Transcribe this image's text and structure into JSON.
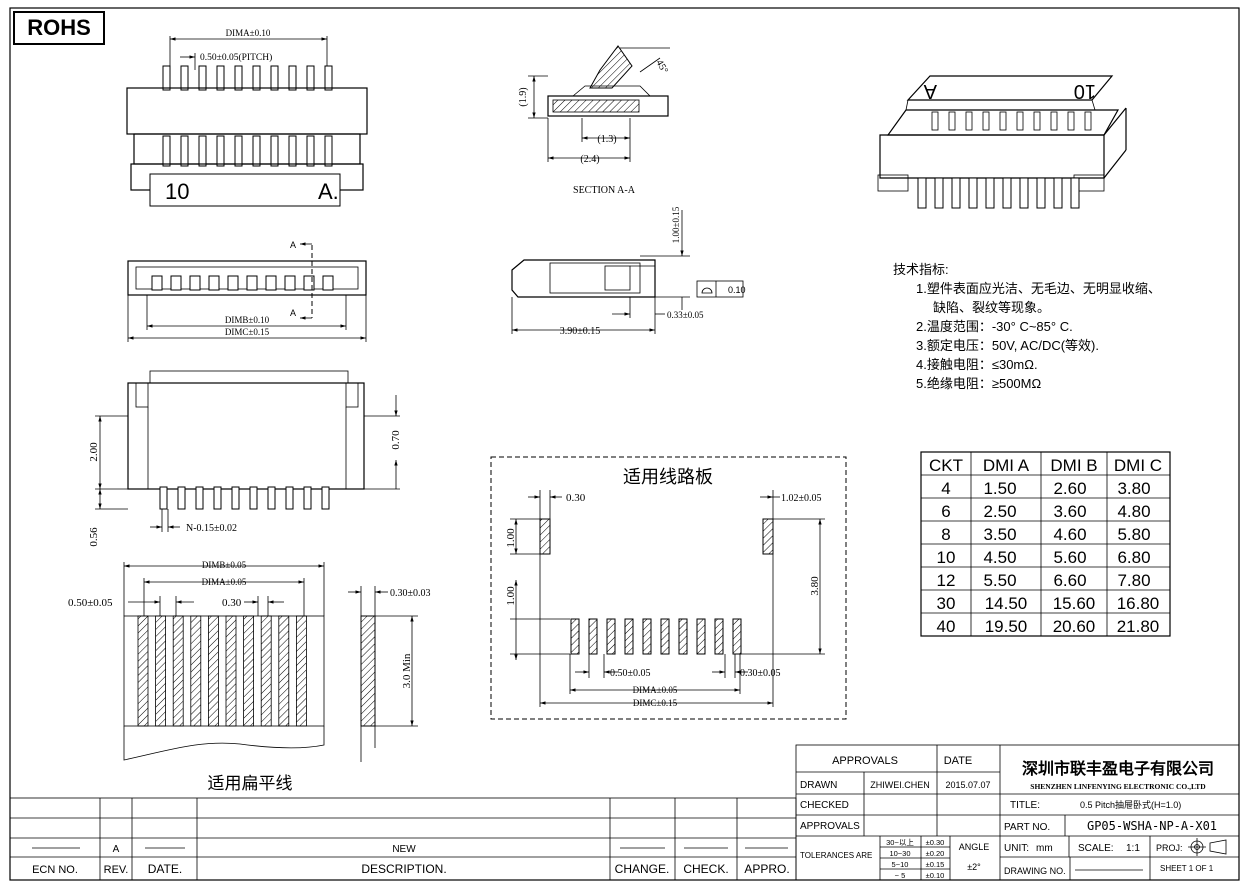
{
  "rohs_label": "ROHS",
  "top_view": {
    "dim_a": "DIMA±0.10",
    "pitch": "0.50±0.05(PITCH)",
    "label_left": "10",
    "label_right": "A."
  },
  "front_view": {
    "section_marker": "A",
    "dim_b": "DIMB±0.10",
    "dim_c": "DIMC±0.15"
  },
  "section": {
    "h19": "(1.9)",
    "w13": "(1.3)",
    "w24": "(2.4)",
    "angle": "45°",
    "title": "SECTION A-A"
  },
  "side_view": {
    "h100": "1.00±0.15",
    "w390": "3.90±0.15",
    "w033": "0.33±0.05",
    "flatness": "0.10"
  },
  "iso_view": {
    "label_a": "A",
    "label_10": "10"
  },
  "specs": {
    "heading": "技术指标:",
    "lines": [
      "1.塑件表面应光洁、无毛边、无明显收缩、",
      "缺陷、裂纹等现象。",
      "2.温度范围：-30° C~85° C.",
      "3.额定电压：50V, AC/DC(等效).",
      "4.接触电阻：≤30mΩ.",
      "5.绝缘电阻：≥500MΩ"
    ]
  },
  "dim_table": {
    "headers": [
      "CKT",
      "DMI A",
      "DMI B",
      "DMI C"
    ],
    "rows": [
      [
        "4",
        "1.50",
        "2.60",
        "3.80"
      ],
      [
        "6",
        "2.50",
        "3.60",
        "4.80"
      ],
      [
        "8",
        "3.50",
        "4.60",
        "5.80"
      ],
      [
        "10",
        "4.50",
        "5.60",
        "6.80"
      ],
      [
        "12",
        "5.50",
        "6.60",
        "7.80"
      ],
      [
        "30",
        "14.50",
        "15.60",
        "16.80"
      ],
      [
        "40",
        "19.50",
        "20.60",
        "21.80"
      ]
    ]
  },
  "bottom_view": {
    "h200": "2.00",
    "h056": "0.56",
    "h070": "0.70",
    "n015": "N-0.15±0.02"
  },
  "fpc": {
    "dim_b": "DIMB±0.05",
    "dim_a": "DIMA±0.05",
    "pitch": "0.50±0.05",
    "w030": "0.30",
    "t030": "0.30±0.03",
    "len": "3.0 Min",
    "title": "适用扁平线"
  },
  "pcb": {
    "title": "适用线路板",
    "d030": "0.30",
    "d102": "1.02±0.05",
    "d100a": "1.00",
    "d100b": "1.00",
    "d380": "3.80",
    "pitch": "0.50±0.05",
    "pad": "0.30±0.05",
    "dim_a": "DIMA±0.05",
    "dim_c": "DIMC±0.15"
  },
  "title_block": {
    "approvals_hdr": "APPROVALS",
    "date_hdr": "DATE",
    "drawn": "DRAWN",
    "drawn_by": "ZHIWEI.CHEN",
    "drawn_date": "2015.07.07",
    "checked": "CHECKED",
    "approvals": "APPROVALS",
    "company_cn": "深圳市联丰盈电子有限公司",
    "company_en": "SHENZHEN LINFENYING ELECTRONIC CO.,LTD",
    "title_lbl": "TITLE:",
    "title_val": "0.5 Pitch抽屉卧式(H=1.0)",
    "part_lbl": "PART NO.",
    "part_val": "GP05-WSHA-NP-A-X01",
    "tol_lbl": "TOLERANCES ARE",
    "tol_rows": [
      [
        "30~以上",
        "±0.30"
      ],
      [
        "10~30",
        "±0.20"
      ],
      [
        "5~10",
        "±0.15"
      ],
      [
        "~ 5",
        "±0.10"
      ]
    ],
    "angle_lbl": "ANGLE",
    "angle_val": "±2°",
    "unit_lbl": "UNIT:",
    "unit_val": "mm",
    "scale_lbl": "SCALE:",
    "scale_val": "1:1",
    "proj_lbl": "PROJ:",
    "drawing_no": "DRAWING NO.",
    "sheet": "SHEET  1 OF 1",
    "rev_a": "A",
    "desc_new": "NEW",
    "ecn_no": "ECN NO.",
    "rev": "REV.",
    "date": "DATE.",
    "description": "DESCRIPTION.",
    "change": "CHANGE.",
    "check": "CHECK.",
    "appro": "APPRO."
  }
}
